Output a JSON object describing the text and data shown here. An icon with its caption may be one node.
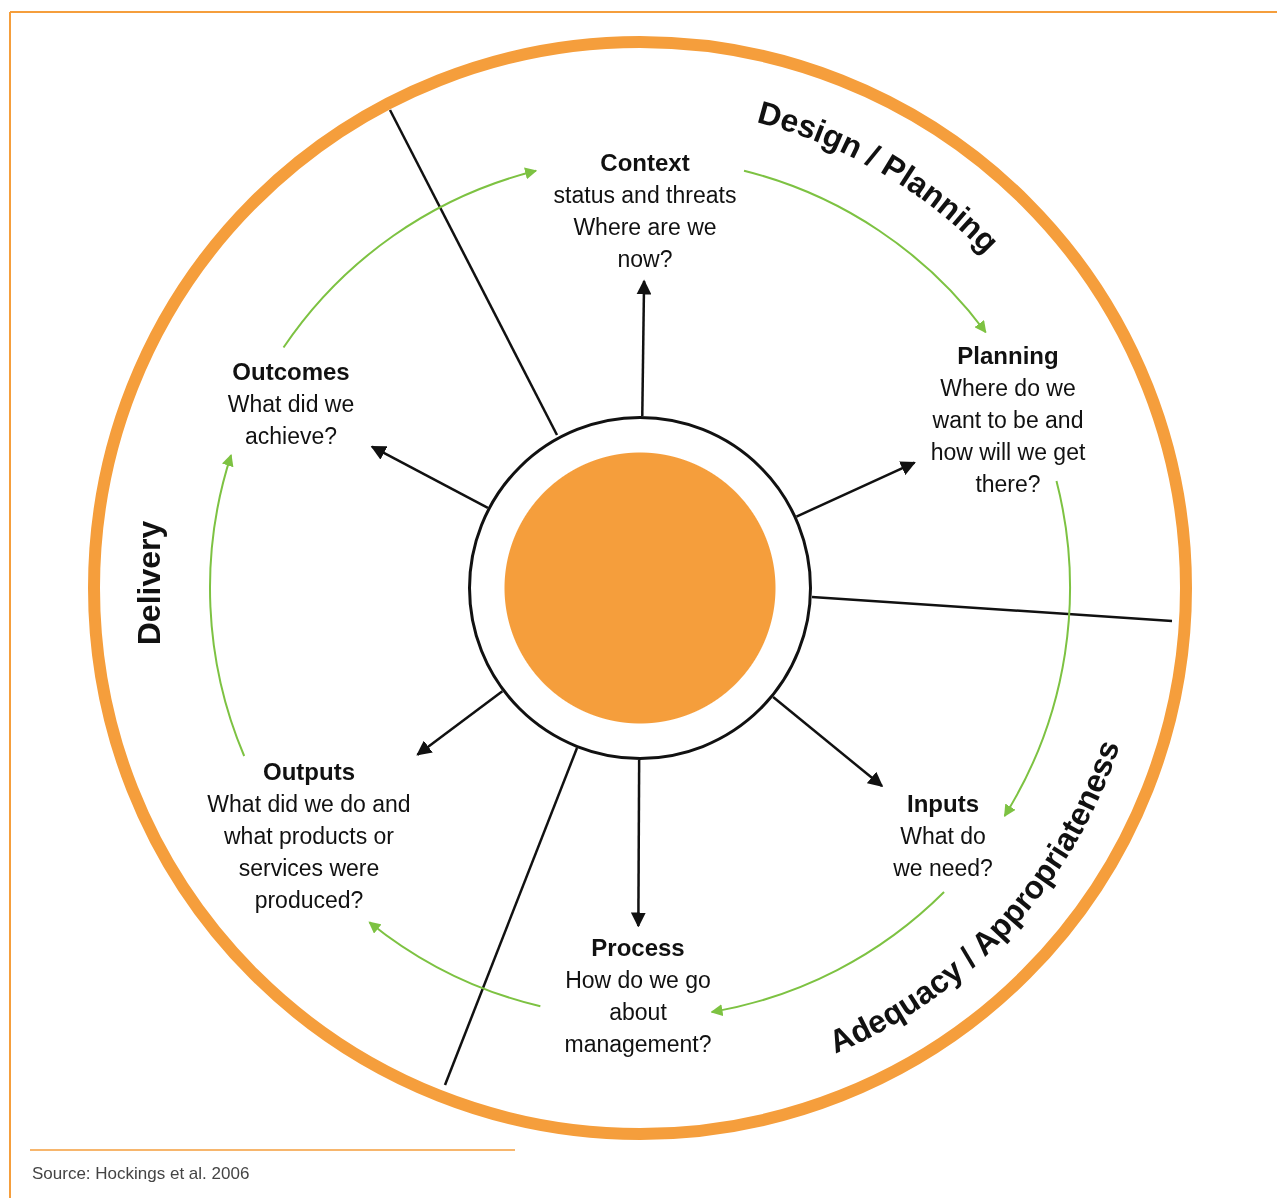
{
  "diagram": {
    "caption": "Source: Hockings et al. 2006",
    "nodes": [
      {
        "text": [],
        "shape": "circle"
      },
      {
        "text": [
          "Context",
          "status and threats",
          "Where are we now?"
        ]
      },
      {
        "text": [
          "Planning",
          "Where do we want to be and how will we get there?"
        ]
      },
      {
        "text": [
          "Inputs",
          "What do we need?"
        ]
      },
      {
        "text": [
          "Process",
          "How do we go about management?"
        ]
      },
      {
        "text": [
          "Outputs",
          "What did we do and what products or services were produced?"
        ]
      },
      {
        "text": [
          "Outcomes",
          "What did we achieve?"
        ]
      }
    ],
    "edges": [
      {
        "from": 0,
        "to": 1,
        "arrow": "to"
      },
      {
        "from": 0,
        "to": 2,
        "arrow": "to"
      },
      {
        "from": 0,
        "to": 3,
        "arrow": "to"
      },
      {
        "from": 0,
        "to": 4,
        "arrow": "to"
      },
      {
        "from": 0,
        "to": 5,
        "arrow": "to"
      },
      {
        "from": 0,
        "to": 6,
        "arrow": "to"
      },
      {
        "from": 1,
        "to": 2,
        "arrow": "to",
        "color": "#7dc242"
      },
      {
        "from": 2,
        "to": 3,
        "arrow": "to",
        "color": "#7dc242"
      },
      {
        "from": 3,
        "to": 4,
        "arrow": "to",
        "color": "#7dc242"
      },
      {
        "from": 4,
        "to": 5,
        "arrow": "to",
        "color": "#7dc242"
      },
      {
        "from": 5,
        "to": 6,
        "arrow": "to",
        "color": "#7dc242"
      },
      {
        "from": 6,
        "to": 1,
        "arrow": "to",
        "color": "#7dc242"
      }
    ],
    "labels": [
      "Design / Planning",
      "Adequacy / Appropriateness",
      "Delivery"
    ]
  }
}
